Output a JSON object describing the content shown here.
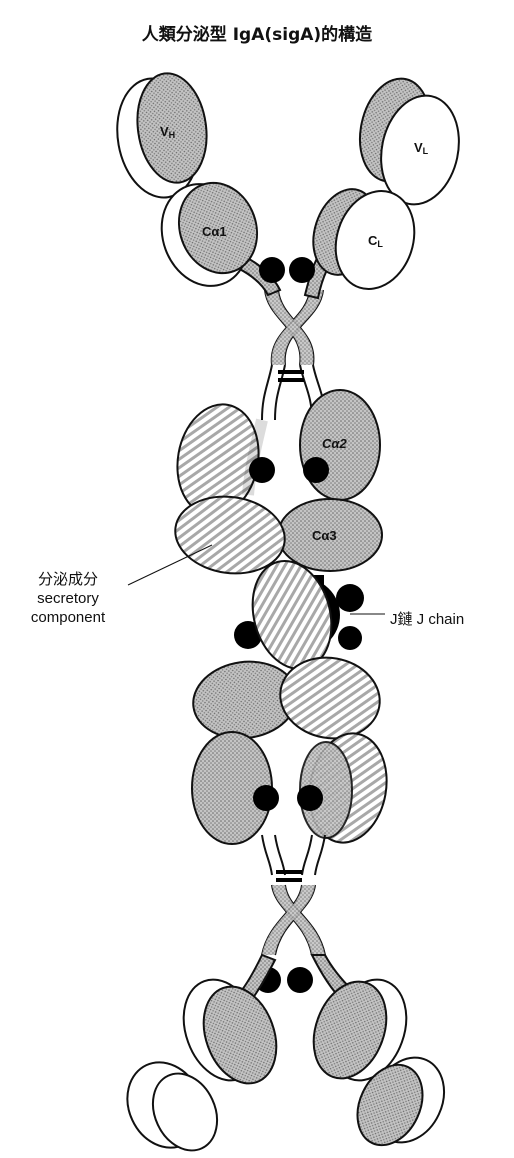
{
  "title": "人類分泌型 IgA(sigA)的構造",
  "labels": {
    "vh": "V",
    "vh_sub": "H",
    "vl": "V",
    "vl_sub": "L",
    "ca1": "Cα1",
    "cl": "C",
    "cl_sub": "L",
    "ca2": "Cα2",
    "ca3": "Cα3"
  },
  "callouts": {
    "secretory_cn": "分泌成分",
    "secretory_en1": "secretory",
    "secretory_en2": "component",
    "jchain": "J鏈  J chain"
  },
  "colors": {
    "stipple": "#b0b0b0",
    "outline": "#111111",
    "hatch": "#9a9a9a",
    "disulfide": "#000000"
  }
}
